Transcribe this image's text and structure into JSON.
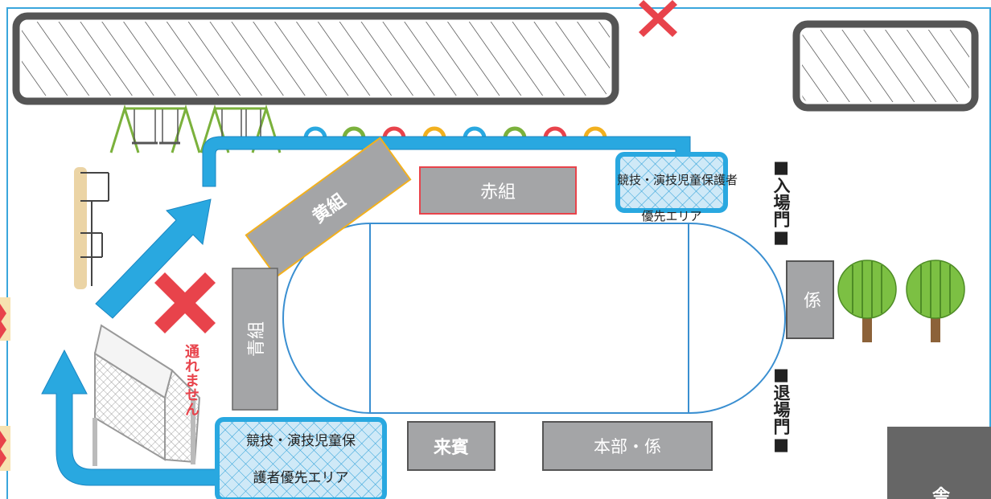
{
  "areas": {
    "yellow_team": "黄組",
    "red_team": "赤組",
    "blue_team": "青組",
    "staff": "係",
    "guests": "来賓",
    "headquarters": "本部・係"
  },
  "priority_area_top": {
    "line1": "競技・演技児童保護者",
    "line2": "優先エリア"
  },
  "priority_area_bottom": {
    "line1": "競技・演技児童保",
    "line2": "護者優先エリア"
  },
  "gates": {
    "entrance": "■入場門■",
    "exit": "■退場門■"
  },
  "no_passage": "通れません",
  "corner_partial": "舎",
  "colors": {
    "building_border": "#555555",
    "arrow_blue": "#29a8e0",
    "area_gray": "#a4a5a7",
    "track_blue": "#3a8fd1",
    "no_entry_red": "#e8434b",
    "priority_fill": "#cfe9f7",
    "swing_green": "#7bb13c",
    "tree_green": "#7cc043",
    "tree_trunk": "#8c6239"
  },
  "icons": [
    "swing-icon",
    "tire-icon",
    "climbing-ladder-icon",
    "tree-icon",
    "no-entry-cross-icon",
    "soccer-goal-icon"
  ]
}
